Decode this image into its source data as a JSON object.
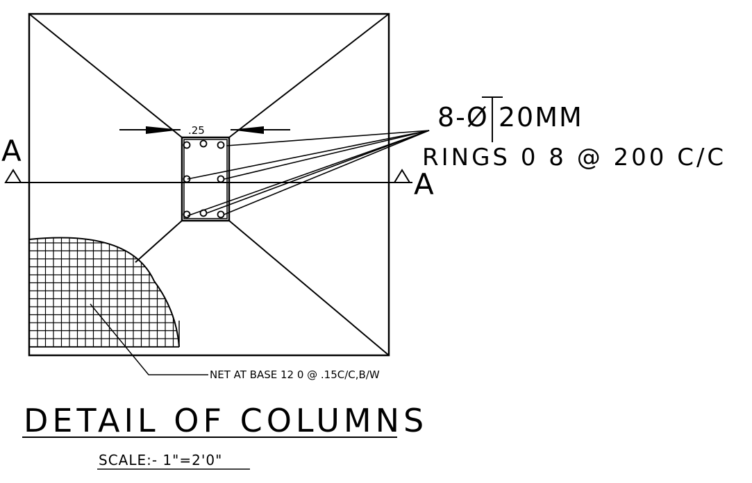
{
  "drawing": {
    "stroke_color": "#000000",
    "background_color": "#ffffff"
  },
  "labels": {
    "rebar_main": "8-Ø 20MM",
    "rings": "RINGS 0 8 @ 200 C/C",
    "column_dim": ".25",
    "net_note": "NET AT BASE 12 0 @ .15C/C,B/W",
    "section_mark_left": "A",
    "section_mark_right": "A",
    "title": "DETAIL OF COLUMNS",
    "scale": "SCALE:- 1\"=2'0\""
  }
}
